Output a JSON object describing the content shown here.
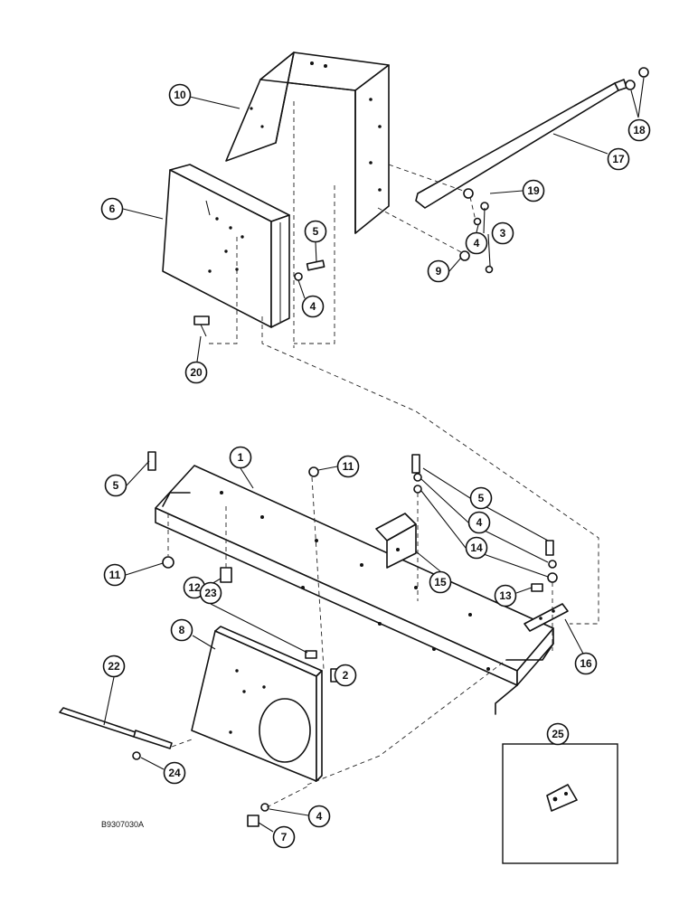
{
  "figure": {
    "reference_number": "B9307030A",
    "inset_callout": "25"
  },
  "callouts": {
    "c10": "10",
    "c6": "6",
    "c5a": "5",
    "c4a": "4",
    "c20": "20",
    "c17": "17",
    "c18": "18",
    "c19": "19",
    "c4b": "4",
    "c3": "3",
    "c9": "9",
    "c5b": "5",
    "c1": "1",
    "c11a": "11",
    "c11b": "11",
    "c12": "12",
    "c23": "23",
    "c8": "8",
    "c2": "2",
    "c22": "22",
    "c24": "24",
    "c7": "7",
    "c4c": "4",
    "c5c": "5",
    "c4d": "4",
    "c14": "14",
    "c15": "15",
    "c13": "13",
    "c16": "16"
  }
}
